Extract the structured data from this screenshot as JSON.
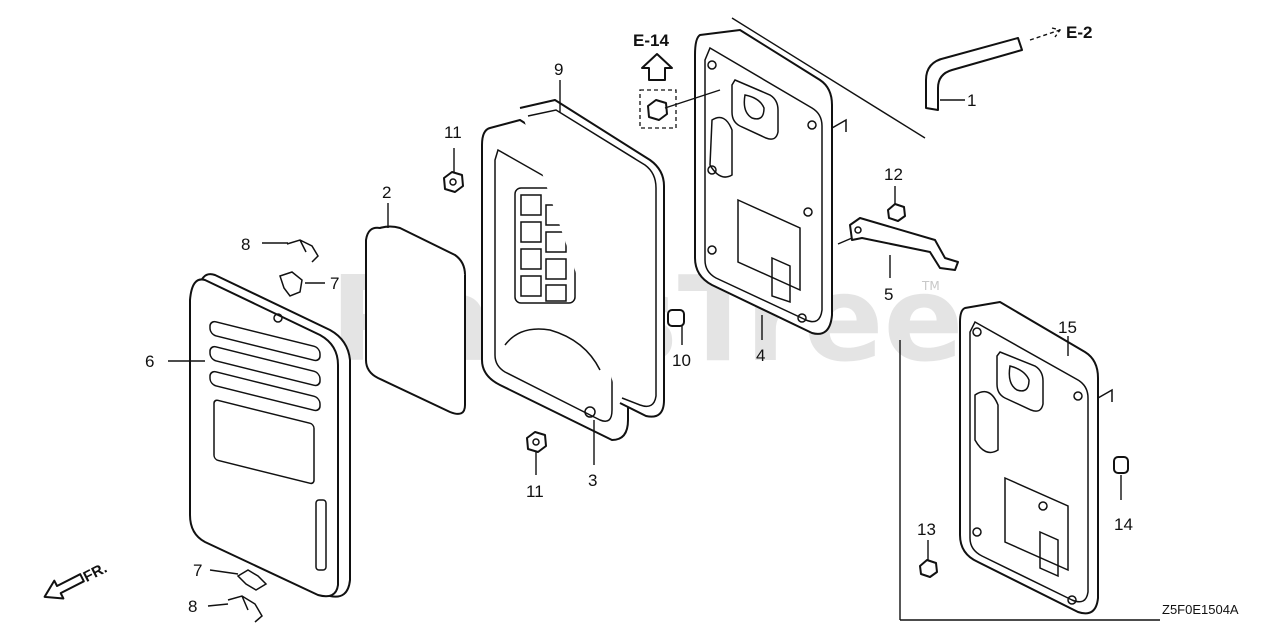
{
  "watermark": {
    "text": "PartsTree",
    "trademark": "TM"
  },
  "references": {
    "up": "E-14",
    "right": "E-2"
  },
  "front_marker": "FR.",
  "diagram_code": "Z5F0E1504A",
  "callouts": {
    "c1": "1",
    "c2": "2",
    "c3": "3",
    "c4": "4",
    "c5": "5",
    "c6": "6",
    "c7a": "7",
    "c7b": "7",
    "c8a": "8",
    "c8b": "8",
    "c9": "9",
    "c10": "10",
    "c11a": "11",
    "c11b": "11",
    "c12": "12",
    "c13": "13",
    "c14": "14",
    "c15": "15"
  }
}
